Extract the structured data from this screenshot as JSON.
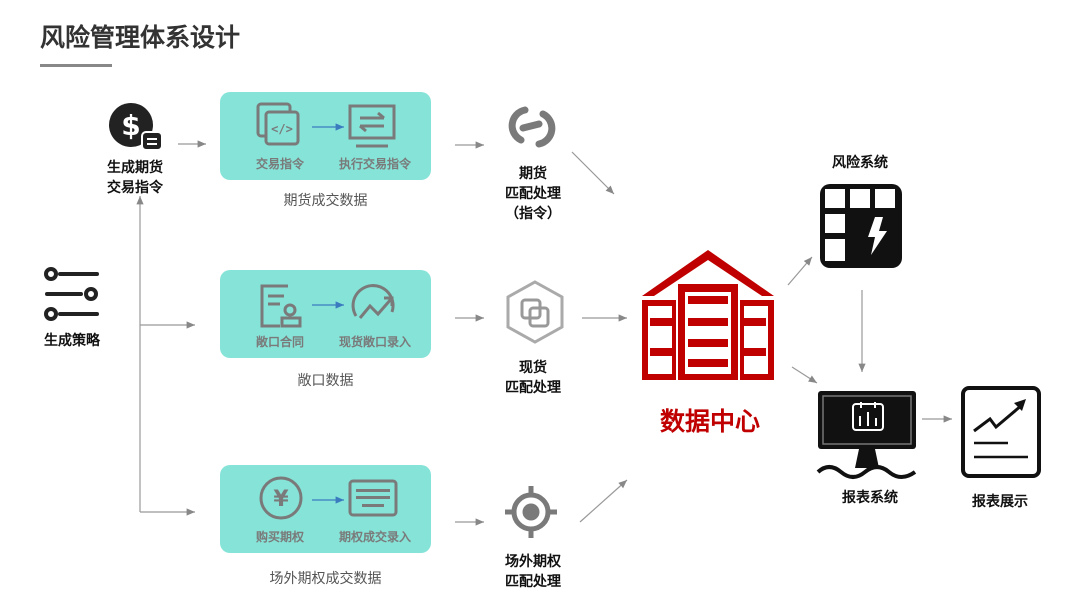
{
  "title": "风险管理体系设计",
  "sources": {
    "futures_order": "生成期货\n交易指令",
    "strategy": "生成策略"
  },
  "groups": [
    {
      "left": "交易指令",
      "right": "执行交易指令",
      "caption": "期货成交数据"
    },
    {
      "left": "敞口合同",
      "right": "现货敞口录入",
      "caption": "敞口数据"
    },
    {
      "left": "购买期权",
      "right": "期权成交录入",
      "caption": "场外期权成交数据"
    }
  ],
  "matchers": [
    {
      "label": "期货\n匹配处理\n（指令）"
    },
    {
      "label": "现货\n匹配处理"
    },
    {
      "label": "场外期权\n匹配处理"
    }
  ],
  "data_center": "数据中心",
  "risk_system": "风险系统",
  "report_system": "报表系统",
  "report_display": "报表展示",
  "colors": {
    "teal": "#86e3d8",
    "red": "#c00000",
    "gray": "#7a7a7a"
  }
}
